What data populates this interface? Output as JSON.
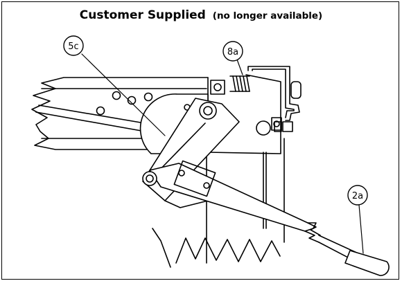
{
  "title": {
    "main": "Customer Supplied",
    "sub": "(no longer available)"
  },
  "callouts": [
    {
      "id": "5c",
      "label": "5c"
    },
    {
      "id": "8a",
      "label": "8a"
    },
    {
      "id": "2a",
      "label": "2a"
    }
  ]
}
